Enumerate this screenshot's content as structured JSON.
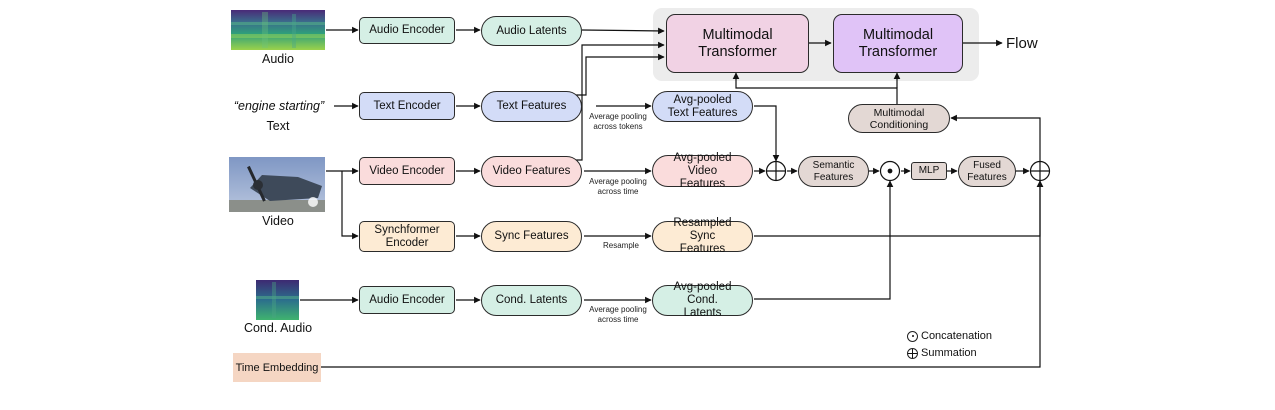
{
  "inputs": {
    "audio_label": "Audio",
    "text_quote": "“engine starting”",
    "text_label": "Text",
    "video_label": "Video",
    "cond_audio_label": "Cond. Audio",
    "time_embedding": "Time Embedding"
  },
  "encoders": {
    "audio": "Audio Encoder",
    "text": "Text Encoder",
    "video": "Video Encoder",
    "sync": "Synchformer Encoder",
    "cond_audio": "Audio Encoder"
  },
  "features": {
    "audio": "Audio Latents",
    "text": "Text Features",
    "video": "Video Features",
    "sync": "Sync Features",
    "cond": "Cond. Latents"
  },
  "pooled": {
    "text": "Avg-pooled Text Features",
    "video": "Avg-pooled Video Features",
    "sync": "Resampled Sync Features",
    "cond": "Avg-pooled Cond. Latents"
  },
  "annotations": {
    "text_pool": "Average pooling across tokens",
    "video_pool": "Average pooling across time",
    "resample": "Resample",
    "cond_pool": "Average pooling across time"
  },
  "fusion": {
    "semantic": "Semantic Features",
    "mlp": "MLP",
    "fused": "Fused Features",
    "conditioning": "Multimodal Conditioning"
  },
  "transformers": {
    "first": "Multimodal Transformer",
    "second": "Multimodal Transformer"
  },
  "output": "Flow",
  "legend": {
    "concat": "Concatenation",
    "sum": "Summation"
  },
  "colors": {
    "audio_green": "#d5efe5",
    "text_blue": "#d3dcf7",
    "video_pink": "#fadcdc",
    "sync_orange": "#fdebd4",
    "fusion_taupe": "#e3d8d4",
    "transformer_pink": "#f1d2e4",
    "transformer_purple": "#e0c3f7",
    "transformer_group_bg": "#ececec",
    "time_embedding_bg": "#f5d6c3"
  }
}
